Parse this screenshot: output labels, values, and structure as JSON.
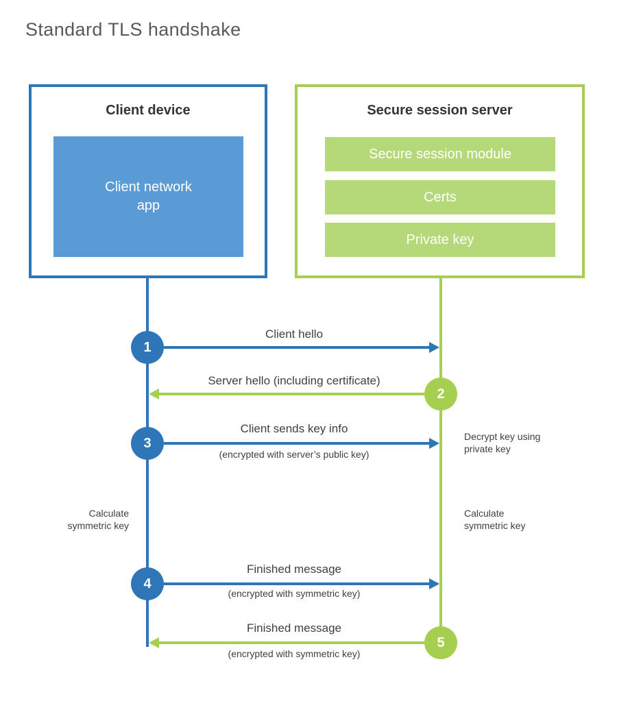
{
  "title": "Standard TLS handshake",
  "colors": {
    "client_primary": "#2e76b8",
    "client_fill": "#5b9bd5",
    "server_primary": "#a6ce50",
    "server_fill": "#b5d878",
    "text_dark": "#343434",
    "text_gray": "#3f3f3f"
  },
  "client": {
    "title": "Client device",
    "app_lines": [
      "Client network",
      "app"
    ]
  },
  "server": {
    "title": "Secure session server",
    "modules": [
      "Secure session module",
      "Certs",
      "Private key"
    ]
  },
  "steps": [
    {
      "number": "1",
      "label": "Client hello",
      "sublabel": "",
      "from": "client",
      "to": "server"
    },
    {
      "number": "2",
      "label": "Server hello (including certificate)",
      "sublabel": "",
      "from": "server",
      "to": "client"
    },
    {
      "number": "3",
      "label": "Client sends key info",
      "sublabel": "(encrypted with server’s public key)",
      "from": "client",
      "to": "server"
    },
    {
      "number": "4",
      "label": "Finished message",
      "sublabel": "(encrypted with symmetric key)",
      "from": "client",
      "to": "server"
    },
    {
      "number": "5",
      "label": "Finished message",
      "sublabel": "(encrypted with symmetric key)",
      "from": "server",
      "to": "client"
    }
  ],
  "side_notes": {
    "decrypt": [
      "Decrypt key using",
      "private key"
    ],
    "calculate_left": [
      "Calculate",
      "symmetric key"
    ],
    "calculate_right": [
      "Calculate",
      "symmetric key"
    ]
  }
}
